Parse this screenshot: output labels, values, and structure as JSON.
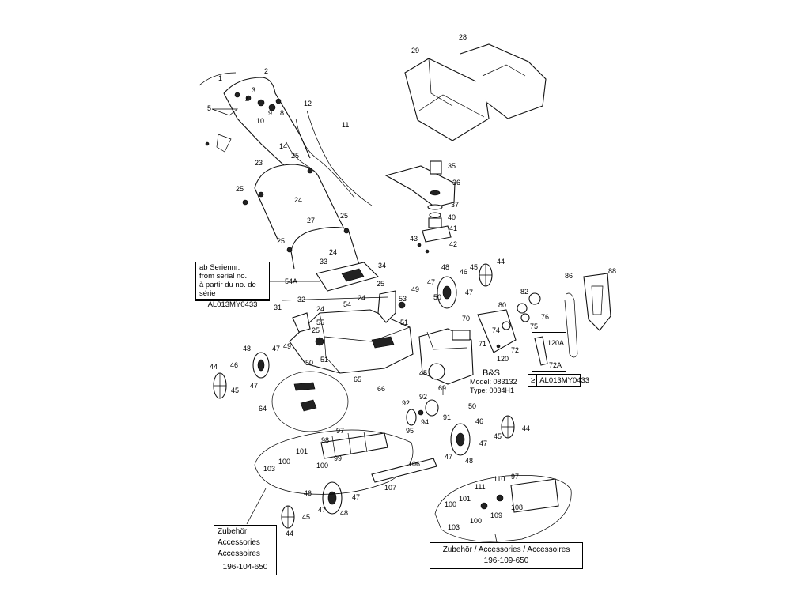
{
  "serial_box": {
    "lines": [
      "ab Seriennr.",
      "from serial no.",
      "à partir du no. de série"
    ],
    "number": "AL013MY0433"
  },
  "right_serial": {
    "symbol": "≥",
    "number": "AL013MY0433"
  },
  "engine": {
    "brand": "B&S",
    "model": "Model: 083132",
    "type": "Type: 0034H1"
  },
  "accessory_left": {
    "lines": [
      "Zubehör",
      "Accessories",
      "Accessoires"
    ],
    "number": "196-104-650"
  },
  "accessory_right": {
    "line": "Zubehör / Accessories / Accessoires",
    "number": "196-109-650"
  },
  "callouts": [
    {
      "id": "c1",
      "t": "1"
    },
    {
      "id": "c2",
      "t": "2"
    },
    {
      "id": "c3",
      "t": "3"
    },
    {
      "id": "c4",
      "t": "4"
    },
    {
      "id": "c5",
      "t": "5"
    },
    {
      "id": "c10",
      "t": "10"
    },
    {
      "id": "c9",
      "t": "9"
    },
    {
      "id": "c8",
      "t": "8"
    },
    {
      "id": "c12",
      "t": "12"
    },
    {
      "id": "c11",
      "t": "11"
    },
    {
      "id": "c14",
      "t": "14"
    },
    {
      "id": "c23",
      "t": "23"
    },
    {
      "id": "c25a",
      "t": "25"
    },
    {
      "id": "c25b",
      "t": "25"
    },
    {
      "id": "c24a",
      "t": "24"
    },
    {
      "id": "c27",
      "t": "27"
    },
    {
      "id": "c25c",
      "t": "25"
    },
    {
      "id": "c25d",
      "t": "25"
    },
    {
      "id": "c24b",
      "t": "24"
    },
    {
      "id": "c33",
      "t": "33"
    },
    {
      "id": "c28",
      "t": "28"
    },
    {
      "id": "c29",
      "t": "29"
    },
    {
      "id": "c35",
      "t": "35"
    },
    {
      "id": "c36",
      "t": "36"
    },
    {
      "id": "c37",
      "t": "37"
    },
    {
      "id": "c40",
      "t": "40"
    },
    {
      "id": "c41",
      "t": "41"
    },
    {
      "id": "c43",
      "t": "43"
    },
    {
      "id": "c42",
      "t": "42"
    },
    {
      "id": "c34",
      "t": "34"
    },
    {
      "id": "c54A",
      "t": "54A"
    },
    {
      "id": "c25e",
      "t": "25"
    },
    {
      "id": "c24c",
      "t": "24"
    },
    {
      "id": "c53",
      "t": "53"
    },
    {
      "id": "c31",
      "t": "31"
    },
    {
      "id": "c32",
      "t": "32"
    },
    {
      "id": "c24d",
      "t": "24"
    },
    {
      "id": "c54",
      "t": "54"
    },
    {
      "id": "c55",
      "t": "55"
    },
    {
      "id": "c25f",
      "t": "25"
    },
    {
      "id": "c49a",
      "t": "49"
    },
    {
      "id": "c51a",
      "t": "51"
    },
    {
      "id": "c48a",
      "t": "48"
    },
    {
      "id": "c47a",
      "t": "47"
    },
    {
      "id": "c51b",
      "t": "51"
    },
    {
      "id": "c50a",
      "t": "50"
    },
    {
      "id": "c44a",
      "t": "44"
    },
    {
      "id": "c46a",
      "t": "46"
    },
    {
      "id": "c47b",
      "t": "47"
    },
    {
      "id": "c45a",
      "t": "45"
    },
    {
      "id": "c65",
      "t": "65"
    },
    {
      "id": "c66",
      "t": "66"
    },
    {
      "id": "c64",
      "t": "64"
    },
    {
      "id": "c48b",
      "t": "48"
    },
    {
      "id": "c45b",
      "t": "45"
    },
    {
      "id": "c44b",
      "t": "44"
    },
    {
      "id": "c47c",
      "t": "47"
    },
    {
      "id": "c46b",
      "t": "46"
    },
    {
      "id": "c47d",
      "t": "47"
    },
    {
      "id": "c49b",
      "t": "49"
    },
    {
      "id": "c50b",
      "t": "50"
    },
    {
      "id": "c82",
      "t": "82"
    },
    {
      "id": "c86",
      "t": "86"
    },
    {
      "id": "c88",
      "t": "88"
    },
    {
      "id": "c80",
      "t": "80"
    },
    {
      "id": "c76",
      "t": "76"
    },
    {
      "id": "c75",
      "t": "75"
    },
    {
      "id": "c70",
      "t": "70"
    },
    {
      "id": "c74",
      "t": "74"
    },
    {
      "id": "c71",
      "t": "71"
    },
    {
      "id": "c72a",
      "t": "72"
    },
    {
      "id": "c120a",
      "t": "120"
    },
    {
      "id": "c120A",
      "t": "120A"
    },
    {
      "id": "c72A",
      "t": "72A"
    },
    {
      "id": "c45c",
      "t": "45"
    },
    {
      "id": "c69",
      "t": "69"
    },
    {
      "id": "c92a",
      "t": "92"
    },
    {
      "id": "c92b",
      "t": "92"
    },
    {
      "id": "c95",
      "t": "95"
    },
    {
      "id": "c94",
      "t": "94"
    },
    {
      "id": "c91",
      "t": "91"
    },
    {
      "id": "c50c",
      "t": "50"
    },
    {
      "id": "c46c",
      "t": "46"
    },
    {
      "id": "c45d",
      "t": "45"
    },
    {
      "id": "c44c",
      "t": "44"
    },
    {
      "id": "c47e",
      "t": "47"
    },
    {
      "id": "c48c",
      "t": "48"
    },
    {
      "id": "c47f",
      "t": "47"
    },
    {
      "id": "c106",
      "t": "106"
    },
    {
      "id": "c107",
      "t": "107"
    },
    {
      "id": "c97a",
      "t": "97"
    },
    {
      "id": "c98",
      "t": "98"
    },
    {
      "id": "c101a",
      "t": "101"
    },
    {
      "id": "c99",
      "t": "99"
    },
    {
      "id": "c100a",
      "t": "100"
    },
    {
      "id": "c100b",
      "t": "100"
    },
    {
      "id": "c103a",
      "t": "103"
    },
    {
      "id": "c46d",
      "t": "46"
    },
    {
      "id": "c47g",
      "t": "47"
    },
    {
      "id": "c47h",
      "t": "47"
    },
    {
      "id": "c48d",
      "t": "48"
    },
    {
      "id": "c45e",
      "t": "45"
    },
    {
      "id": "c44d",
      "t": "44"
    },
    {
      "id": "c111",
      "t": "111"
    },
    {
      "id": "c110",
      "t": "110"
    },
    {
      "id": "c97b",
      "t": "97"
    },
    {
      "id": "c100c",
      "t": "100"
    },
    {
      "id": "c101b",
      "t": "101"
    },
    {
      "id": "c109",
      "t": "109"
    },
    {
      "id": "c108",
      "t": "108"
    },
    {
      "id": "c100d",
      "t": "100"
    },
    {
      "id": "c103b",
      "t": "103"
    }
  ]
}
